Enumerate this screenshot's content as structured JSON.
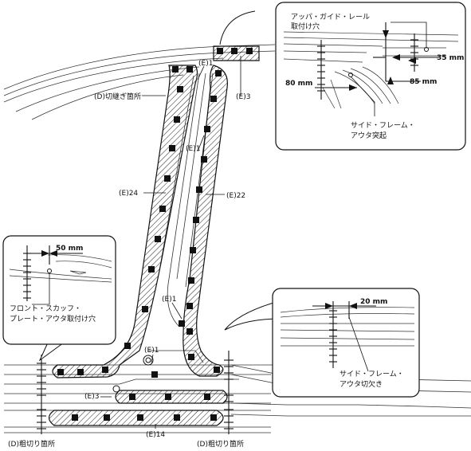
{
  "labels": {
    "e1_top": "(E)1",
    "e3_top": "(E)3",
    "notch": "(D)切継ぎ箇所",
    "e1_mid": "(E)1",
    "e24": "(E)24",
    "e22": "(E)22",
    "e1_low": "(E)1",
    "e1_bottom": "(E)1",
    "e3_bottom": "(E)3",
    "e14": "(E)14",
    "rough_left": "(D)粗切り箇所",
    "rough_right": "(D)粗切り箇所"
  },
  "callout_top": {
    "title_line1": "アッパ・ガイド・レール",
    "title_line2": "取付け穴",
    "dim_35": "35 mm",
    "dim_80": "80 mm",
    "dim_85": "85 mm",
    "note_line1": "サイド・フレーム・",
    "note_line2": "アウタ突起"
  },
  "callout_left": {
    "dim_50": "50 mm",
    "note_line1": "フロント・スカッフ・",
    "note_line2": "プレート・アウタ取付け穴"
  },
  "callout_right": {
    "dim_20": "20 mm",
    "note_line1": "サイド・フレーム・",
    "note_line2": "アウタ切欠き"
  }
}
